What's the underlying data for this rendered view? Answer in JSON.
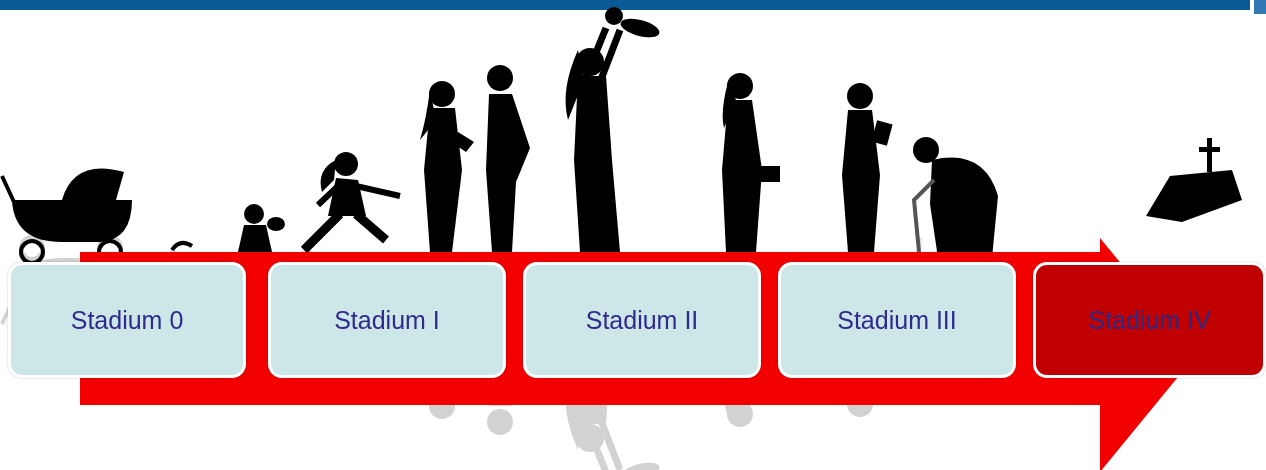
{
  "diagram": {
    "nodes": [
      {
        "text": [
          "Stadium 0"
        ]
      },
      {
        "text": [
          "Stadium I"
        ]
      },
      {
        "text": [
          "Stadium II"
        ]
      },
      {
        "text": [
          "Stadium III"
        ]
      },
      {
        "text": [
          "Stadium IV"
        ]
      }
    ]
  }
}
